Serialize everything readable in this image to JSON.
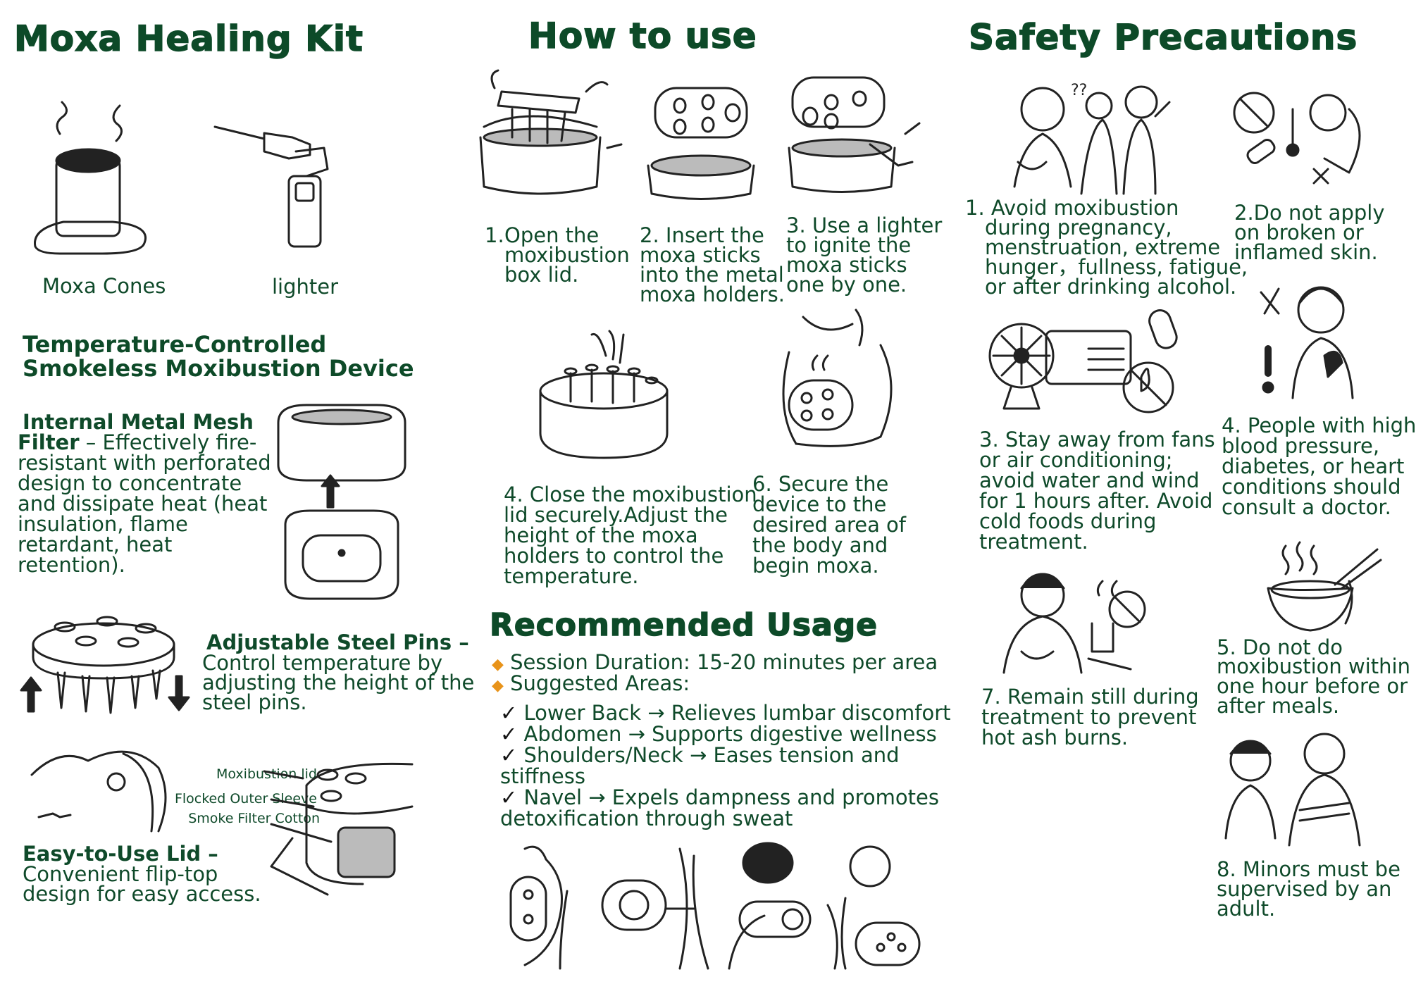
{
  "kit": {
    "title": "Moxa Healing Kit",
    "cones_label": "Moxa Cones",
    "lighter_label": "lighter",
    "device_title_1": "Temperature-Controlled",
    "device_title_2": "Smokeless Moxibustion Device",
    "mesh_title_1": "Internal Metal Mesh",
    "mesh_title_2": "Filter",
    "mesh_text_1": " – Effectively fire-",
    "mesh_text_2": "resistant with perforated",
    "mesh_text_3": "design to concentrate",
    "mesh_text_4": "and dissipate heat (heat",
    "mesh_text_5": "insulation, flame",
    "mesh_text_6": "retardant, heat",
    "mesh_text_7": "retention).",
    "pins_title": "Adjustable Steel Pins",
    "pins_dash": " –",
    "pins_text_1": "Control temperature by",
    "pins_text_2": "adjusting the height of the",
    "pins_text_3": "steel pins.",
    "lid_part_1": "Moxibustion lid",
    "lid_part_2": "Flocked Outer Sleeve",
    "lid_part_3": "Smoke Filter Cotton",
    "lid_title": "Easy-to-Use Lid",
    "lid_dash": " –",
    "lid_text_1": "Convenient flip-top",
    "lid_text_2": "design for easy access."
  },
  "howto": {
    "title": "How to use",
    "s1": [
      "1.",
      "Open the",
      "moxibustion",
      "box lid."
    ],
    "s2": [
      "2. Insert the",
      "moxa sticks",
      "into the metal",
      "moxa holders."
    ],
    "s3": [
      "3. Use a lighter",
      "to ignite the",
      "moxa sticks",
      "one by one."
    ],
    "s4": [
      "4. Close the moxibustion",
      "lid securely.Adjust the",
      "height of the moxa",
      "holders to control the",
      "temperature."
    ],
    "s6": [
      "6. Secure the",
      "device to the",
      "desired area of",
      "the body and",
      "begin moxa."
    ]
  },
  "usage": {
    "title": "Recommended Usage",
    "duration": "Session Duration: 15-20 minutes per area",
    "areas": "Suggested Areas:",
    "check": "✓",
    "a1": "Lower Back → Relieves lumbar discomfort",
    "a2": "Abdomen → Supports digestive wellness",
    "a3a": "Shoulders/Neck → Eases tension and",
    "a3b": "stiffness",
    "a4a": "Navel → Expels dampness and promotes",
    "a4b": "detoxification through sweat"
  },
  "safety": {
    "title": "Safety Precautions",
    "p1": [
      "1.  Avoid moxibustion",
      "during pregnancy,",
      "menstruation, extreme",
      "hunger，fullness, fatigue,",
      "or after drinking alcohol."
    ],
    "p2": [
      "2.Do not apply",
      "on broken or",
      "inflamed skin."
    ],
    "p3": [
      "3. Stay away from fans",
      "or air conditioning;",
      "avoid water and wind",
      "for 1 hours after. Avoid",
      "cold foods during",
      "treatment."
    ],
    "p4": [
      "4. People with high",
      "blood pressure,",
      "diabetes, or heart",
      "conditions should",
      "consult a doctor."
    ],
    "p5": [
      "5. Do not do",
      "moxibustion within",
      "one hour before or",
      "after meals."
    ],
    "p7": [
      "7. Remain still during",
      "treatment to prevent",
      "hot ash burns."
    ],
    "p8": [
      "8. Minors must be",
      "supervised by an",
      "adult."
    ]
  }
}
